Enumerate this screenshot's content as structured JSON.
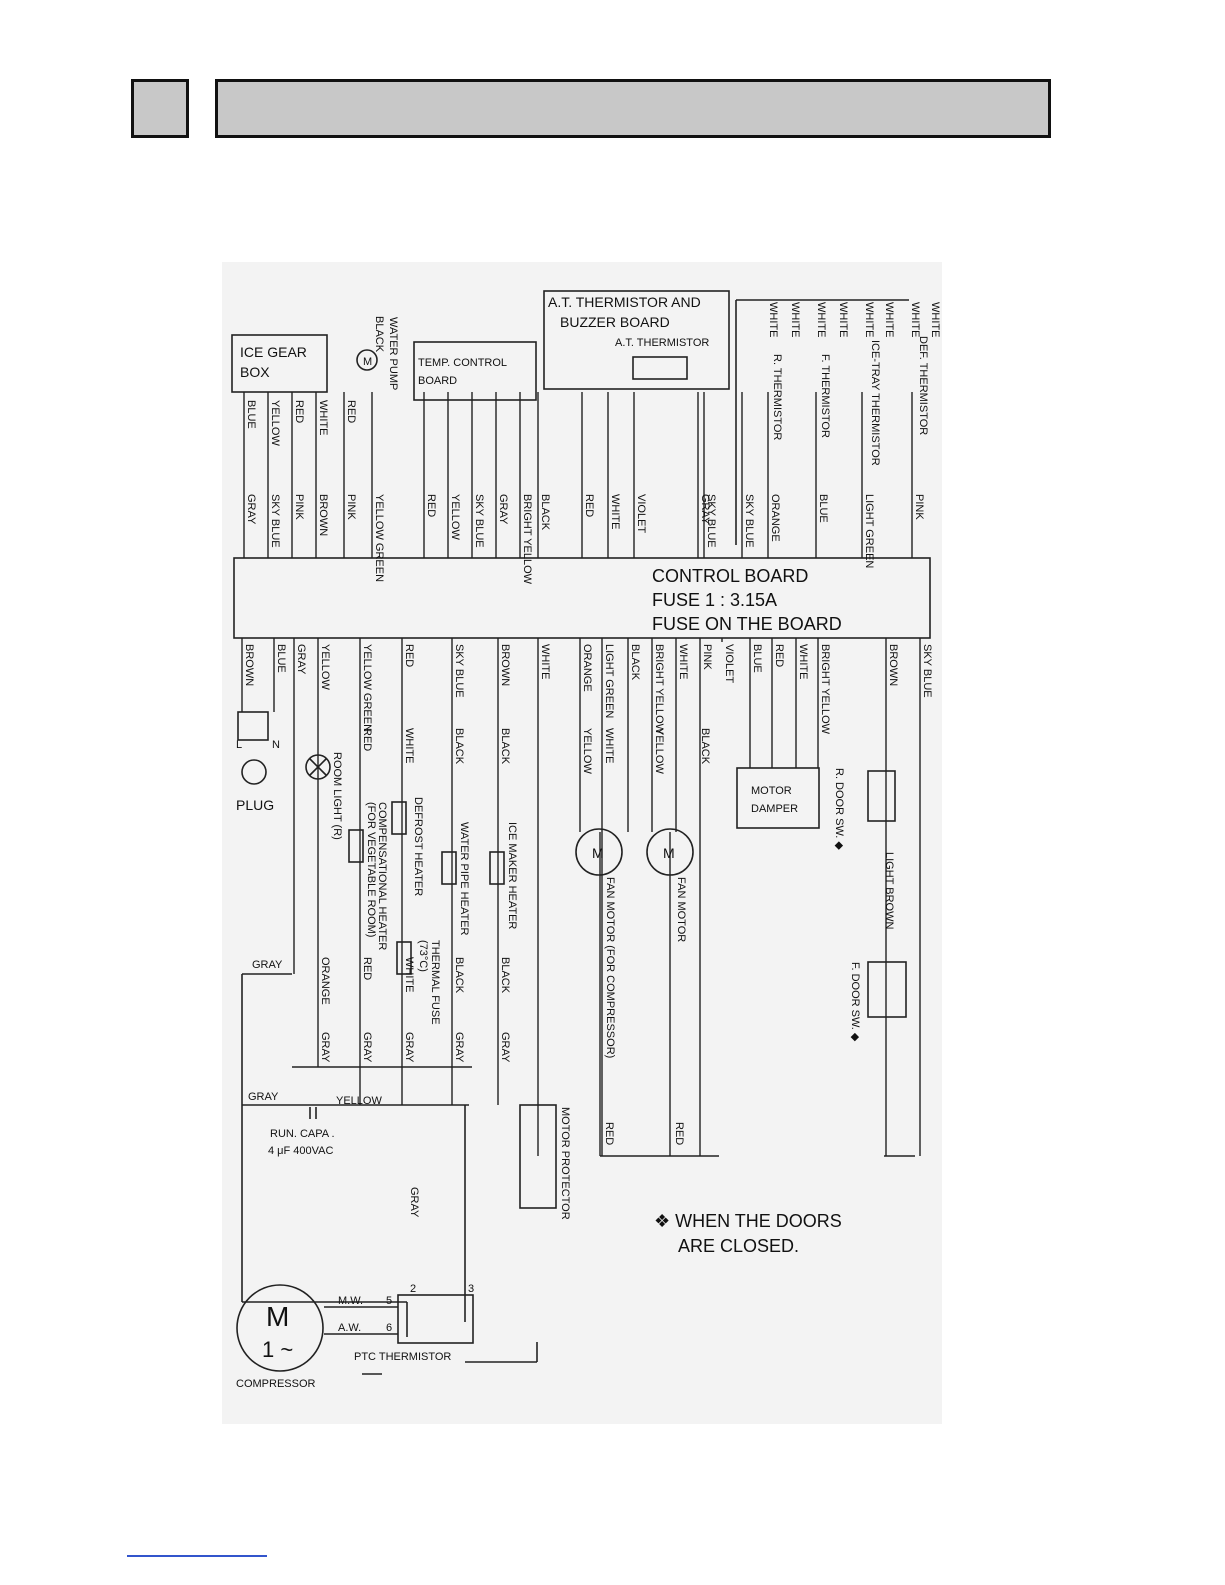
{
  "header": {
    "section_number": "",
    "section_title": ""
  },
  "diagram": {
    "top_boxes": {
      "ice_gear_box": [
        "ICE GEAR",
        "BOX"
      ],
      "water_pump": "WATER PUMP",
      "temp_control_board": [
        "TEMP. CONTROL",
        "BOARD"
      ],
      "at_board": [
        "A.T. THERMISTOR AND",
        "BUZZER BOARD"
      ],
      "at_thermistor": "A.T. THERMISTOR",
      "motor_symbol": "M"
    },
    "thermistors": {
      "r": "R. THERMISTOR",
      "f": "F. THERMISTOR",
      "ice_tray": "ICE-TRAY THERMISTOR",
      "def": "DEF. THERMISTOR"
    },
    "upper_wires": [
      "BLUE",
      "YELLOW",
      "RED",
      "WHITE",
      "RED",
      "BLACK",
      "WHITE",
      "WHITE",
      "WHITE",
      "WHITE",
      "WHITE",
      "WHITE",
      "WHITE",
      "WHITE"
    ],
    "top_wires": [
      "GRAY",
      "SKY BLUE",
      "PINK",
      "BROWN",
      "PINK",
      "YELLOW GREEN",
      "RED",
      "YELLOW",
      "SKY BLUE",
      "GRAY",
      "BRIGHT YELLOW",
      "BLACK",
      "RED",
      "WHITE",
      "VIOLET",
      "GRAY",
      "SKY BLUE",
      "SKY BLUE",
      "ORANGE",
      "BLUE",
      "LIGHT GREEN",
      "PINK"
    ],
    "control_board": [
      "CONTROL BOARD",
      "FUSE 1 : 3.15A",
      "FUSE ON THE BOARD"
    ],
    "bottom_wires": [
      "BROWN",
      "BLUE",
      "GRAY",
      "YELLOW",
      "YELLOW GREEN",
      "RED",
      "SKY BLUE",
      "BROWN",
      "WHITE",
      "ORANGE",
      "LIGHT GREEN",
      "BLACK",
      "BRIGHT YELLOW",
      "WHITE",
      "PINK",
      "VIOLET",
      "BLUE",
      "RED",
      "WHITE",
      "BRIGHT YELLOW",
      "BROWN",
      "SKY BLUE"
    ],
    "plug": {
      "label": "PLUG",
      "l": "L",
      "n": "N"
    },
    "loads": {
      "room_light": "ROOM LIGHT (R)",
      "comp_heater": [
        "COMPENSATIONAL HEATER",
        "(FOR VEGETABLE ROOM)"
      ],
      "defrost_heater": "DEFROST HEATER",
      "thermal_fuse": [
        "THERMAL FUSE",
        "(73°C)"
      ],
      "water_pipe_heater": "WATER PIPE HEATER",
      "ice_maker_heater": "ICE MAKER HEATER"
    },
    "load_wires_upper": [
      "RED",
      "WHITE",
      "BLACK",
      "BLACK",
      "YELLOW",
      "WHITE",
      "YELLOW",
      "BLACK"
    ],
    "load_wires_lower": [
      "ORANGE",
      "RED",
      "WHITE",
      "BLACK",
      "BLACK"
    ],
    "gray_labels": [
      "GRAY",
      "GRAY",
      "GRAY",
      "GRAY",
      "GRAY",
      "GRAY",
      "GRAY",
      "GRAY",
      "GRAY"
    ],
    "fan_compressor": "FAN MOTOR (FOR COMPRESSOR)",
    "fan_motor": "FAN MOTOR",
    "red_labels": [
      "RED",
      "RED"
    ],
    "motor_damper": [
      "MOTOR",
      "DAMPER"
    ],
    "r_door_sw": "R. DOOR SW. ◆",
    "light_brown": "LIGHT BROWN",
    "f_door_sw": "F. DOOR SW. ◆",
    "run_capa": [
      "RUN. CAPA .",
      "4 μF 400VAC"
    ],
    "yellow_label": "YELLOW",
    "motor_protector": "MOTOR PROTECTOR",
    "compressor": {
      "label": "COMPRESSOR",
      "m": "M",
      "phase": "1 ~",
      "mw": "M.W.",
      "aw": "A.W.",
      "pin5": "5",
      "pin6": "6",
      "pin2": "2",
      "pin3": "3",
      "ptc": "PTC THERMISTOR"
    },
    "note": [
      "❖ WHEN THE DOORS",
      "ARE CLOSED."
    ]
  }
}
